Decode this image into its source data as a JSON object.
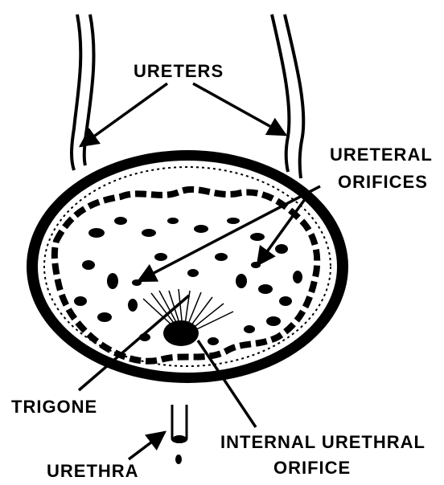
{
  "labels": {
    "ureters": "URETERS",
    "ureteral_orifices_line1": "URETERAL",
    "ureteral_orifices_line2": "ORIFICES",
    "trigone": "TRIGONE",
    "internal_urethral_orifice_line1": "INTERNAL URETHRAL",
    "internal_urethral_orifice_line2": "ORIFICE",
    "urethra": "URETHRA"
  },
  "colors": {
    "ink": "#000000",
    "paper": "#ffffff"
  }
}
